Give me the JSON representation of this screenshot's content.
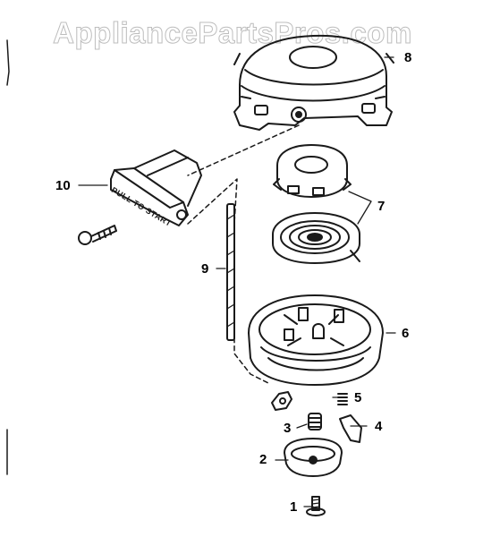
{
  "watermark": "AppliancePartsPros.com",
  "handle_text": "PULL TO START",
  "callouts": [
    "1",
    "2",
    "3",
    "4",
    "5",
    "6",
    "7",
    "8",
    "9",
    "10"
  ],
  "colors": {
    "line": "#1a1a1a",
    "watermark_outline": "#bdbdbd"
  }
}
